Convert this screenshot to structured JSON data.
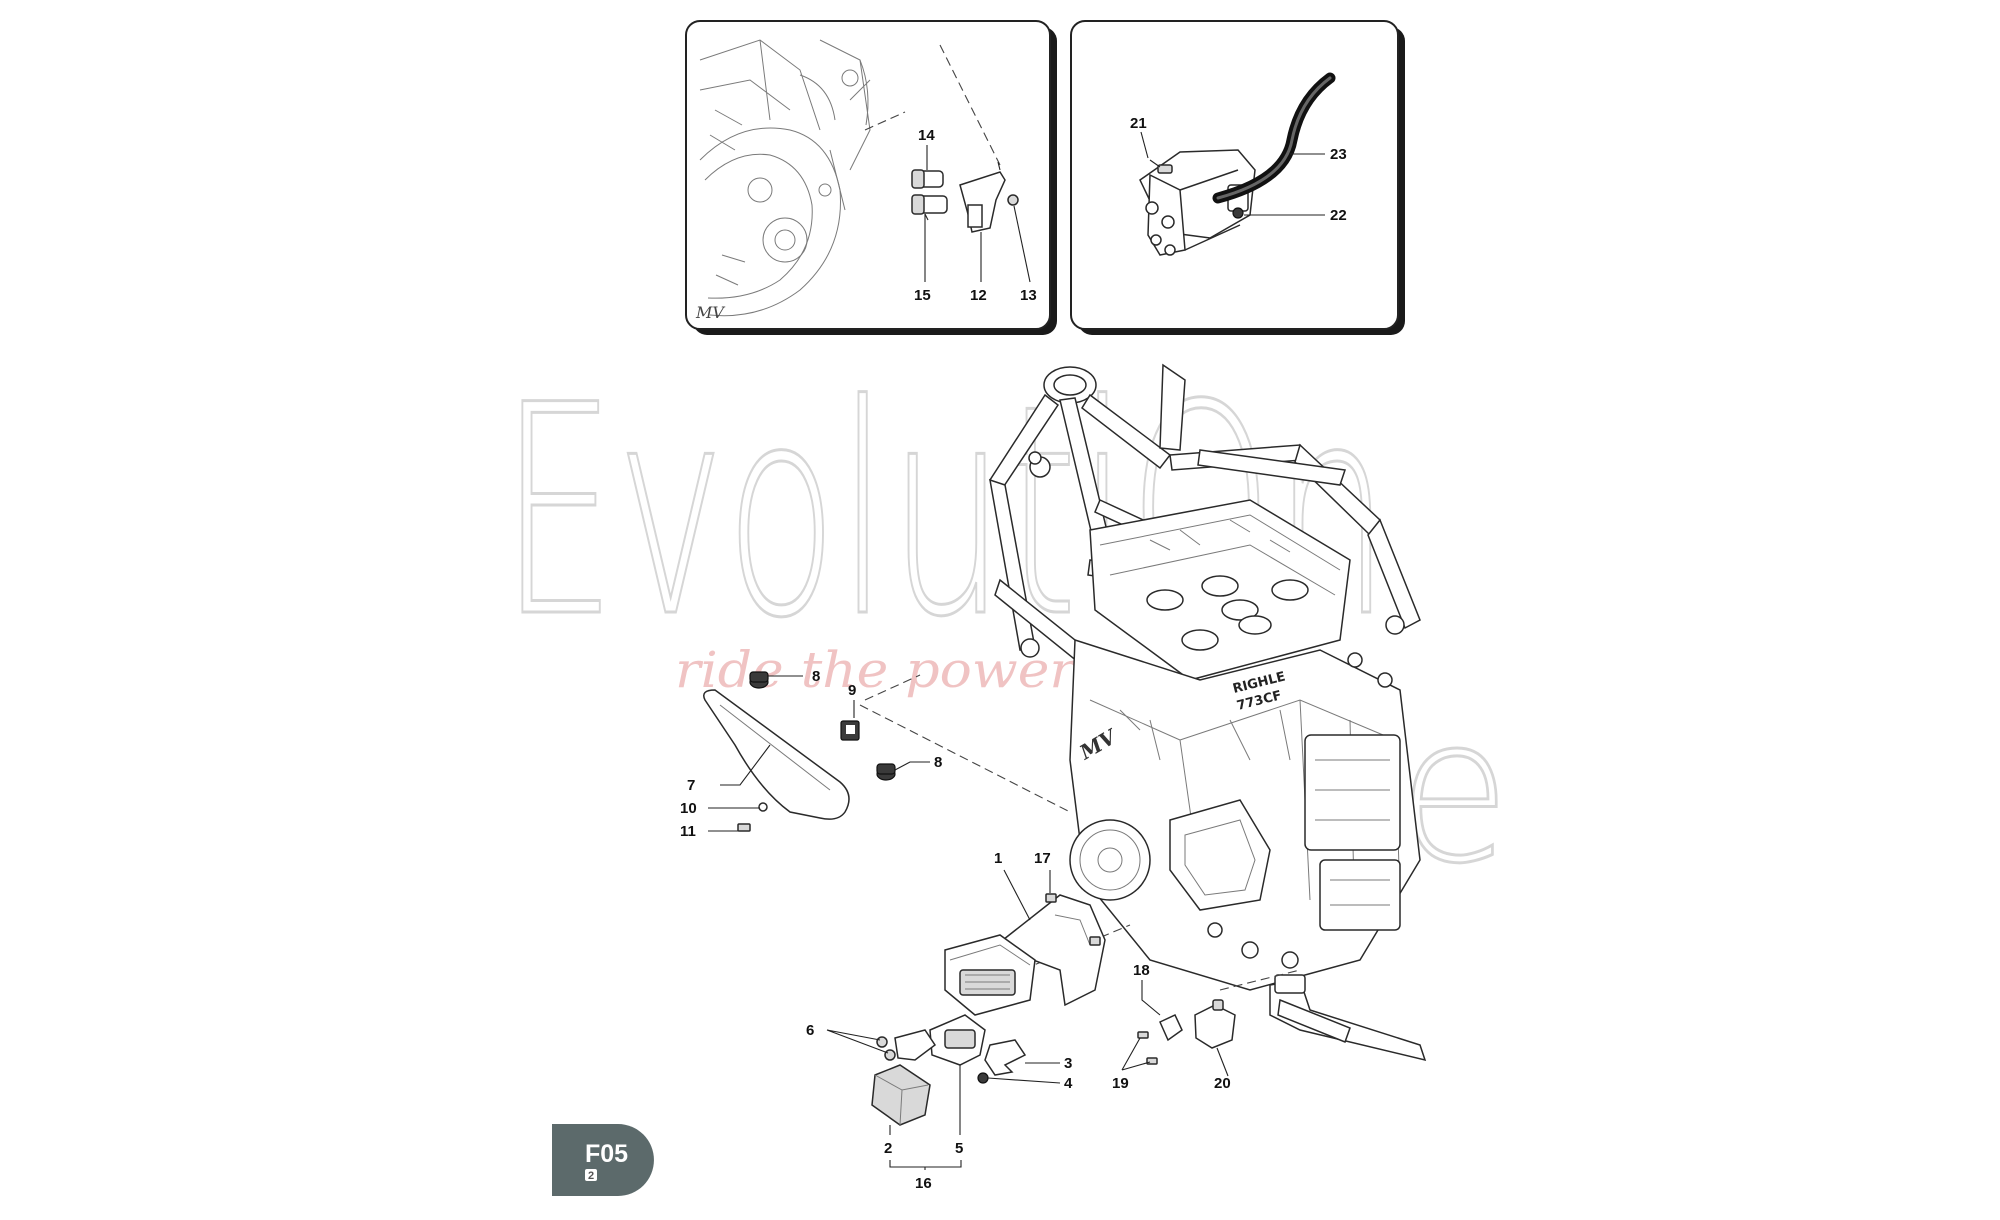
{
  "diagram": {
    "code": "F05",
    "page": "2",
    "watermark": {
      "brand_top": "EvolutiOn",
      "brand_bottom": "Bike",
      "tagline": "ride the power"
    },
    "callouts_main": [
      "1",
      "2",
      "3",
      "4",
      "5",
      "6",
      "7",
      "8",
      "8",
      "9",
      "10",
      "11",
      "16",
      "17",
      "18",
      "19",
      "20"
    ],
    "callouts_inset_left": [
      "12",
      "13",
      "14",
      "15"
    ],
    "callouts_inset_right": [
      "21",
      "22",
      "23"
    ],
    "engine_text": [
      "MV",
      "RIGHLE",
      "773CF"
    ],
    "inset_logo": "MV",
    "badge_color": "#5c6a6b"
  }
}
